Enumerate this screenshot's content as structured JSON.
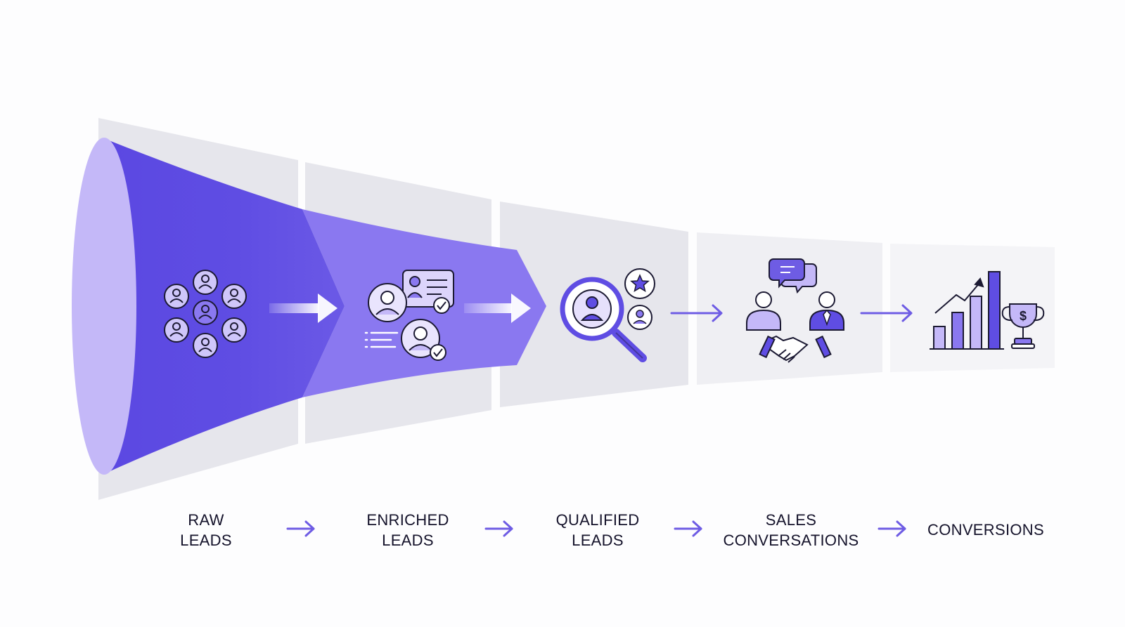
{
  "colors": {
    "primary": "#5f4de3",
    "secondary": "#8a78f0",
    "light": "#c4b8f8",
    "panel": "#e6e6ec",
    "ink": "#15132b",
    "arrow": "#6e5ce4"
  },
  "stages": [
    {
      "id": "raw-leads",
      "lines": [
        "RAW",
        "LEADS"
      ],
      "icon": "people-network-icon"
    },
    {
      "id": "enriched-leads",
      "lines": [
        "ENRICHED",
        "LEADS"
      ],
      "icon": "profile-card-check-icon"
    },
    {
      "id": "qualified-leads",
      "lines": [
        "QUALIFIED",
        "LEADS"
      ],
      "icon": "magnifier-person-star-icon"
    },
    {
      "id": "sales-conversations",
      "lines": [
        "SALES",
        "CONVERSATIONS"
      ],
      "icon": "handshake-chat-icon"
    },
    {
      "id": "conversions",
      "lines": [
        "CONVERSIONS"
      ],
      "icon": "growth-chart-trophy-icon"
    }
  ],
  "flow_arrow_icon": "right-arrow-icon"
}
